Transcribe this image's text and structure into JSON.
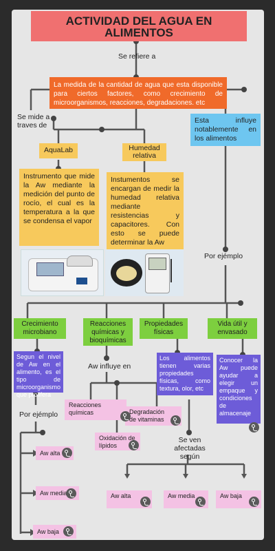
{
  "title": "ACTIVIDAD DEL AGUA EN ALIMENTOS",
  "labels": {
    "se_refiere": "Se refiere a",
    "se_mide": "Se mide a\ntraves de",
    "por_ejemplo_1": "Por ejémplo",
    "aw_influye": "Aw influye en",
    "por_ejemplo_2": "Por ejémplo",
    "se_ven": "Se ven afectadas\nsegún"
  },
  "definition": "La medida de la cantidad de agua que esta disponible para ciertos factores, como crecimiento de microorganismos, reacciones, degradaciones. etc",
  "influence": "Esta influye notablemente en los alimentos",
  "methods": {
    "aqualab": "AquaLab",
    "humedad": "Humedad\nrelativa",
    "aqualab_desc": "Instrumento que mide la Aw mediante la medición del punto de rocío, el cual es la temperatura a la que se condensa el vapor",
    "humedad_desc": "Instumentos se encargan de medir la humedad relativa mediante resistencias y capacitores. Con esto se puede determinar la Aw"
  },
  "examples": {
    "crecimiento": "Crecimiento\nmicrobiano",
    "reacciones": "Reacciones\nquímicas y\nbioquímicas",
    "propiedades": "Propiedades\nfísicas",
    "vida_util": "Vida útil y\nenvasado"
  },
  "details": {
    "crecimiento": "Segun el nivel de Aw en el alimento, es el tipo de microorganismo que prolifera",
    "propiedades": "Los alimentos tienen varias propiedades físicas, como textura, olor, etc",
    "vida_util": "Conocer la Aw puede ayudar a elegir un empaque y condiciones de almacenaje"
  },
  "reactions": {
    "quimicas": "Reacciones\nquímicas",
    "degradacion": "Degradación\nde vitaminas",
    "oxidacion": "Oxidación de\nlípidos"
  },
  "aw_levels_left": [
    "Aw alta",
    "Aw media",
    "Aw baja"
  ],
  "aw_levels_right": [
    "Aw alta",
    "Aw media",
    "Aw baja"
  ],
  "colors": {
    "title": "#f07070",
    "orange": "#f06a2a",
    "blue": "#6ec6f0",
    "yellow": "#f7c95c",
    "green": "#7dcf3f",
    "violet": "#6d5cd8",
    "pink": "#f4c2e4"
  }
}
